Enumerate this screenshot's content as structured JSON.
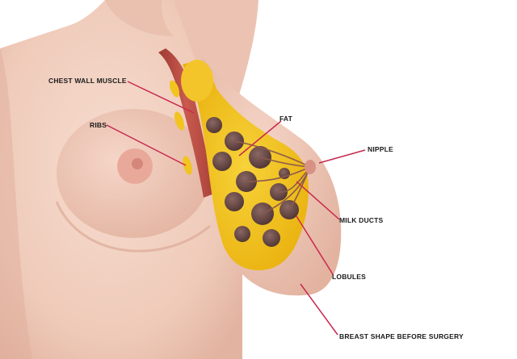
{
  "labels": {
    "chest_wall_muscle": "CHEST WALL MUSCLE",
    "ribs": "RIBS",
    "fat": "FAT",
    "nipple": "NIPPLE",
    "milk_ducts": "MILK DUCTS",
    "lobules": "LOBULES",
    "breast_shape_before_surgery": "BREAST SHAPE BEFORE SURGERY"
  },
  "colors": {
    "background": "#ffffff",
    "skin": "#f0cdbf",
    "skin_shadow": "#dfae9c",
    "fat": "#f2c21a",
    "muscle": "#b5493f",
    "lobule": "#6e4f4c",
    "leader_line": "#c8284f"
  }
}
